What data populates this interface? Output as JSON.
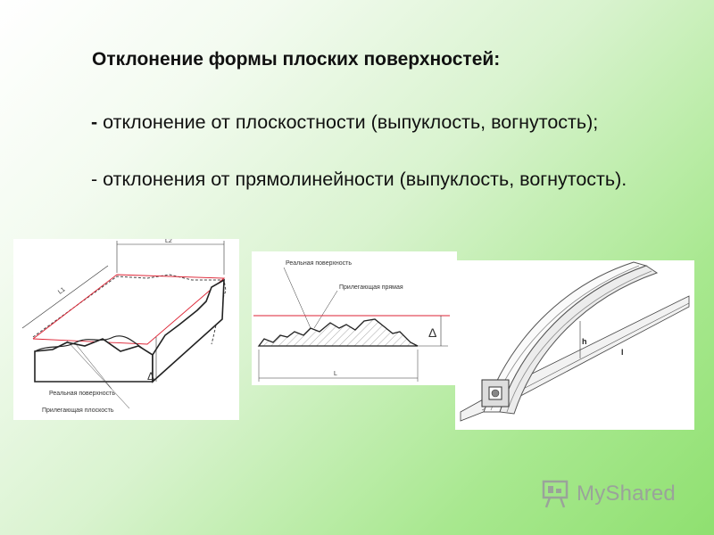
{
  "slide": {
    "title": "Отклонение формы плоских поверхностей:",
    "bullets": [
      {
        "dash": "-",
        "text": " отклонение от плоскостности (выпуклость, вогнутость);"
      },
      {
        "dash": "-",
        "text": " отклонения от прямолинейности (выпуклость, вогнутость)."
      }
    ]
  },
  "figures": {
    "flatness": {
      "real_surface_label": "Реальная поверхность",
      "adjacent_plane_label": "Прилегающая плоскость",
      "dim_l1": "L1",
      "dim_l2": "L2",
      "delta": "Δ"
    },
    "straightness": {
      "real_surface_label": "Реальная поверхность",
      "adjacent_line_label": "Прилегающая прямая",
      "dim_l": "L",
      "delta": "Δ"
    },
    "profile": {
      "h_label": "h",
      "l_label": "l"
    }
  },
  "watermark": {
    "text": "MyShared"
  }
}
